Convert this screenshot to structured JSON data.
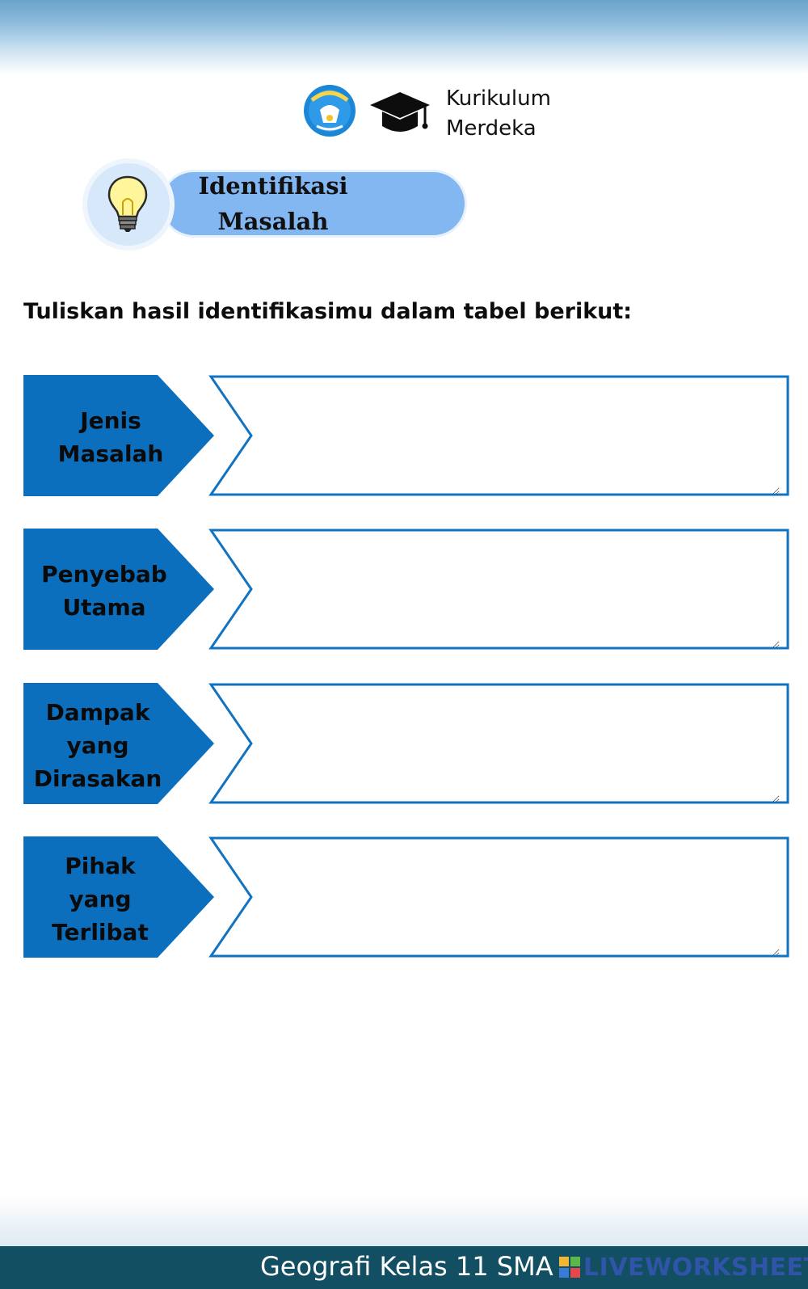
{
  "header": {
    "logo_line1": "Kurikulum",
    "logo_line2": "Merdeka",
    "seal_icon": "tut-wuri-handayani-seal-icon",
    "cap_icon": "graduation-cap-icon"
  },
  "badge": {
    "title_line1": "Identifikasi",
    "title_line2": "Masalah",
    "icon": "lightbulb-icon"
  },
  "instruction": "Tuliskan hasil identifikasimu dalam tabel berikut:",
  "rows": [
    {
      "label_lines": [
        "Jenis Masalah"
      ],
      "answer": ""
    },
    {
      "label_lines": [
        "Penyebab",
        "Utama"
      ],
      "answer": ""
    },
    {
      "label_lines": [
        "Dampak",
        "yang",
        "Dirasakan"
      ],
      "answer": ""
    },
    {
      "label_lines": [
        "Pihak",
        "yang",
        "Terlibat"
      ],
      "answer": ""
    }
  ],
  "footer": {
    "subject": "Geografi Kelas 11 SMA",
    "watermark": "LIVEWORKSHEETS"
  },
  "colors": {
    "label_fill": "#0b6fbd",
    "box_border": "#1273c0",
    "badge_fill": "#82b7f2",
    "footer_bg": "#134f62"
  }
}
